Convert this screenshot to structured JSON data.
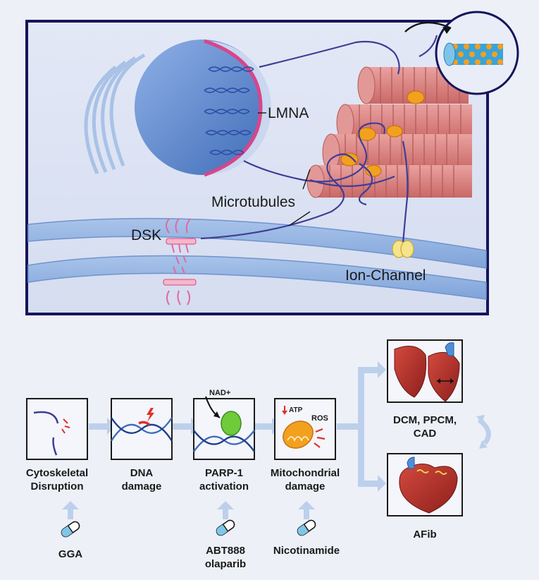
{
  "cell_panel": {
    "labels": {
      "lmna": "LMNA",
      "microtubules": "Microtubules",
      "dsk": "DSK",
      "ion_channel": "Ion-Channel"
    }
  },
  "pathway": {
    "steps": [
      {
        "line1": "Cytoskeletal",
        "line2": "Disruption"
      },
      {
        "line1": "DNA",
        "line2": "damage"
      },
      {
        "line1": "PARP-1",
        "line2": "activation"
      },
      {
        "line1": "Mitochondrial",
        "line2": "damage"
      }
    ],
    "nad_label": "NAD+",
    "atp_label": "ATP",
    "ros_label": "ROS",
    "drugs": [
      {
        "line1": "GGA",
        "line2": ""
      },
      {
        "line1": "ABT888",
        "line2": "olaparib"
      },
      {
        "line1": "Nicotinamide",
        "line2": ""
      }
    ],
    "outcomes": [
      {
        "line1": "DCM, PPCM,",
        "line2": "CAD"
      },
      {
        "line1": "AFib",
        "line2": ""
      }
    ]
  },
  "colors": {
    "panel_border": "#15155a",
    "nucleus": "#5b88cc",
    "lamina": "#d8458a",
    "microtubule": "#3f3d96",
    "muscle": "#d98280",
    "mitochondria": "#f2a11f",
    "arrow": "#bcd0ec",
    "heart": "#b8322c"
  }
}
